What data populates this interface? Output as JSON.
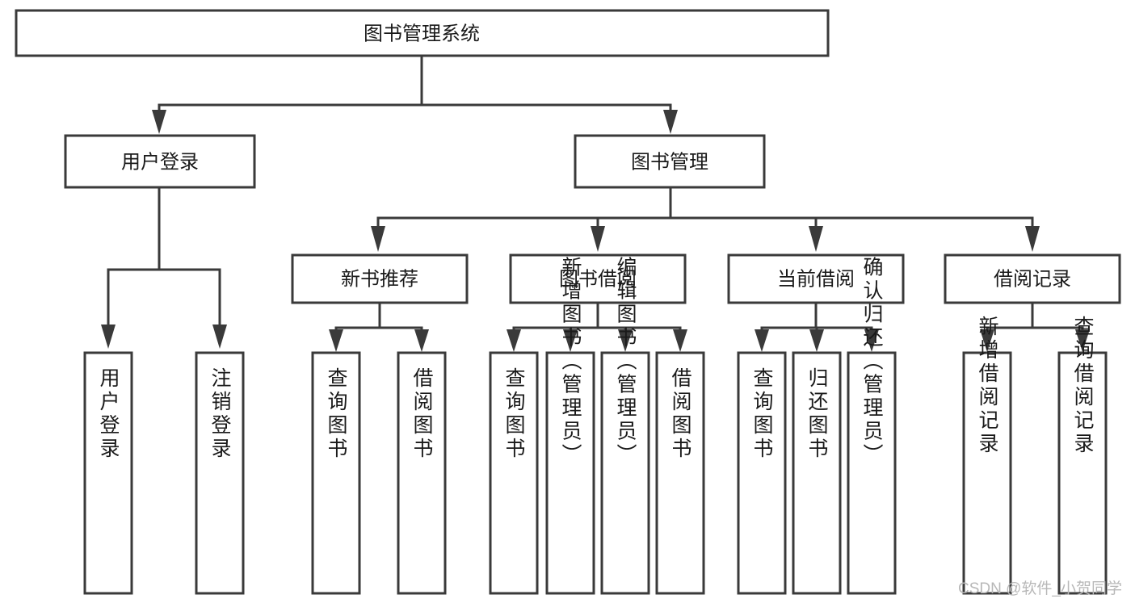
{
  "diagram": {
    "type": "tree-hierarchy",
    "title": "图书管理系统",
    "watermark": "CSDN @软件_小贺同学",
    "colors": {
      "stroke": "#3a3a3a",
      "fill": "#ffffff",
      "text": "#1a1a1a",
      "watermark": "#b8b8b8"
    },
    "root": {
      "label": "图书管理系统"
    },
    "level2": [
      {
        "id": "user-login",
        "label": "用户登录"
      },
      {
        "id": "book-management",
        "label": "图书管理"
      }
    ],
    "level3": [
      {
        "id": "new-book-recommend",
        "label": "新书推荐",
        "parent": "book-management"
      },
      {
        "id": "book-borrow",
        "label": "图书借阅",
        "parent": "book-management"
      },
      {
        "id": "current-borrow",
        "label": "当前借阅",
        "parent": "book-management"
      },
      {
        "id": "borrow-record",
        "label": "借阅记录",
        "parent": "book-management"
      }
    ],
    "leaves": {
      "user_login": [
        {
          "id": "leaf-user-login",
          "label": "用户登录"
        },
        {
          "id": "leaf-logout",
          "label": "注销登录"
        }
      ],
      "new_book_recommend": [
        {
          "id": "leaf-query-book-1",
          "label": "查询图书"
        },
        {
          "id": "leaf-borrow-book-1",
          "label": "借阅图书"
        }
      ],
      "book_borrow": [
        {
          "id": "leaf-query-book-2",
          "label": "查询图书"
        },
        {
          "id": "leaf-add-book",
          "label": "新增图书（管理员）"
        },
        {
          "id": "leaf-edit-book",
          "label": "编辑图书（管理员）"
        },
        {
          "id": "leaf-borrow-book-2",
          "label": "借阅图书"
        }
      ],
      "current_borrow": [
        {
          "id": "leaf-query-book-3",
          "label": "查询图书"
        },
        {
          "id": "leaf-return-book",
          "label": "归还图书"
        },
        {
          "id": "leaf-confirm-return",
          "label": "确认归还（管理员）"
        }
      ],
      "borrow_record": [
        {
          "id": "leaf-add-record",
          "label": "新增借阅记录"
        },
        {
          "id": "leaf-query-record",
          "label": "查询借阅记录"
        }
      ]
    }
  }
}
